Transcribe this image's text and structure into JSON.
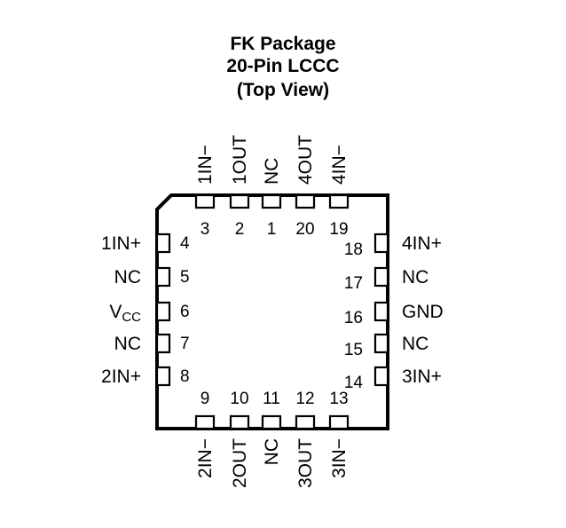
{
  "title": {
    "line1": "FK Package",
    "line2": "20-Pin LCCC",
    "line3": "(Top View)"
  },
  "pins": {
    "top": [
      {
        "number": "3",
        "name": "1IN−"
      },
      {
        "number": "2",
        "name": "1OUT"
      },
      {
        "number": "1",
        "name": "NC"
      },
      {
        "number": "20",
        "name": "4OUT"
      },
      {
        "number": "19",
        "name": "4IN−"
      }
    ],
    "left": [
      {
        "number": "4",
        "name": "1IN+"
      },
      {
        "number": "5",
        "name": "NC"
      },
      {
        "number": "6",
        "name": "VCC",
        "name_main": "V",
        "name_sub": "CC"
      },
      {
        "number": "7",
        "name": "NC"
      },
      {
        "number": "8",
        "name": "2IN+"
      }
    ],
    "bottom": [
      {
        "number": "9",
        "name": "2IN−"
      },
      {
        "number": "10",
        "name": "2OUT"
      },
      {
        "number": "11",
        "name": "NC"
      },
      {
        "number": "12",
        "name": "3OUT"
      },
      {
        "number": "13",
        "name": "3IN−"
      }
    ],
    "right": [
      {
        "number": "18",
        "name": "4IN+"
      },
      {
        "number": "17",
        "name": "NC"
      },
      {
        "number": "16",
        "name": "GND"
      },
      {
        "number": "15",
        "name": "NC"
      },
      {
        "number": "14",
        "name": "3IN+"
      }
    ]
  }
}
